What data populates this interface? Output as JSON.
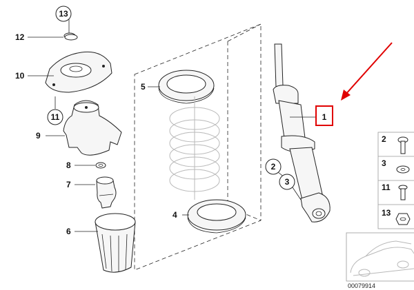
{
  "callouts": {
    "c1": "1",
    "c2": "2",
    "c3": "3",
    "c4": "4",
    "c5": "5",
    "c6": "6",
    "c7": "7",
    "c8": "8",
    "c9": "9",
    "c10": "10",
    "c11": "11",
    "c12": "12",
    "c13": "13"
  },
  "legend": {
    "items": [
      "2",
      "3",
      "11",
      "13"
    ]
  },
  "image_ref": "00079914",
  "colors": {
    "highlight": "#e00000",
    "line": "#222222"
  }
}
